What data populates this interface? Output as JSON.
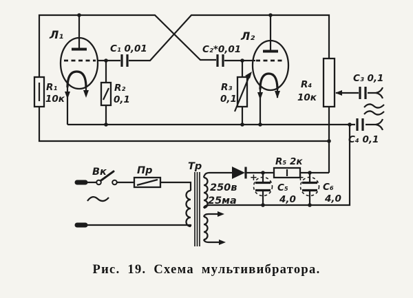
{
  "figure": {
    "caption": "Рис. 19. Схема мультивибратора."
  },
  "colors": {
    "ink": "#1b1b1b",
    "paper": "#f5f4ef"
  },
  "components": {
    "tube1": {
      "label": "Л₁"
    },
    "tube2": {
      "label": "Л₂"
    },
    "c1": {
      "label": "C₁ 0,01"
    },
    "c2": {
      "label": "C₂*0,01"
    },
    "c3": {
      "label": "C₃ 0,1"
    },
    "c4": {
      "label": "C₄ 0,1"
    },
    "r1": {
      "name": "R₁",
      "value": "10к"
    },
    "r2": {
      "name": "R₂",
      "value": "0,1"
    },
    "r3": {
      "name": "R₃",
      "value": "0,1"
    },
    "r4": {
      "name": "R₄",
      "value": "10к"
    },
    "r5": {
      "label": "R₅ 2к"
    },
    "c5": {
      "name": "C₅",
      "value": "4,0",
      "polarity": "+"
    },
    "c6": {
      "name": "C₆",
      "value": "4,0",
      "polarity": "+"
    },
    "switch": {
      "label": "Вк"
    },
    "fuse": {
      "label": "Пр"
    },
    "transformer": {
      "label": "Тр"
    },
    "hv_winding": {
      "line1": "250в",
      "line2": "25ма"
    }
  }
}
